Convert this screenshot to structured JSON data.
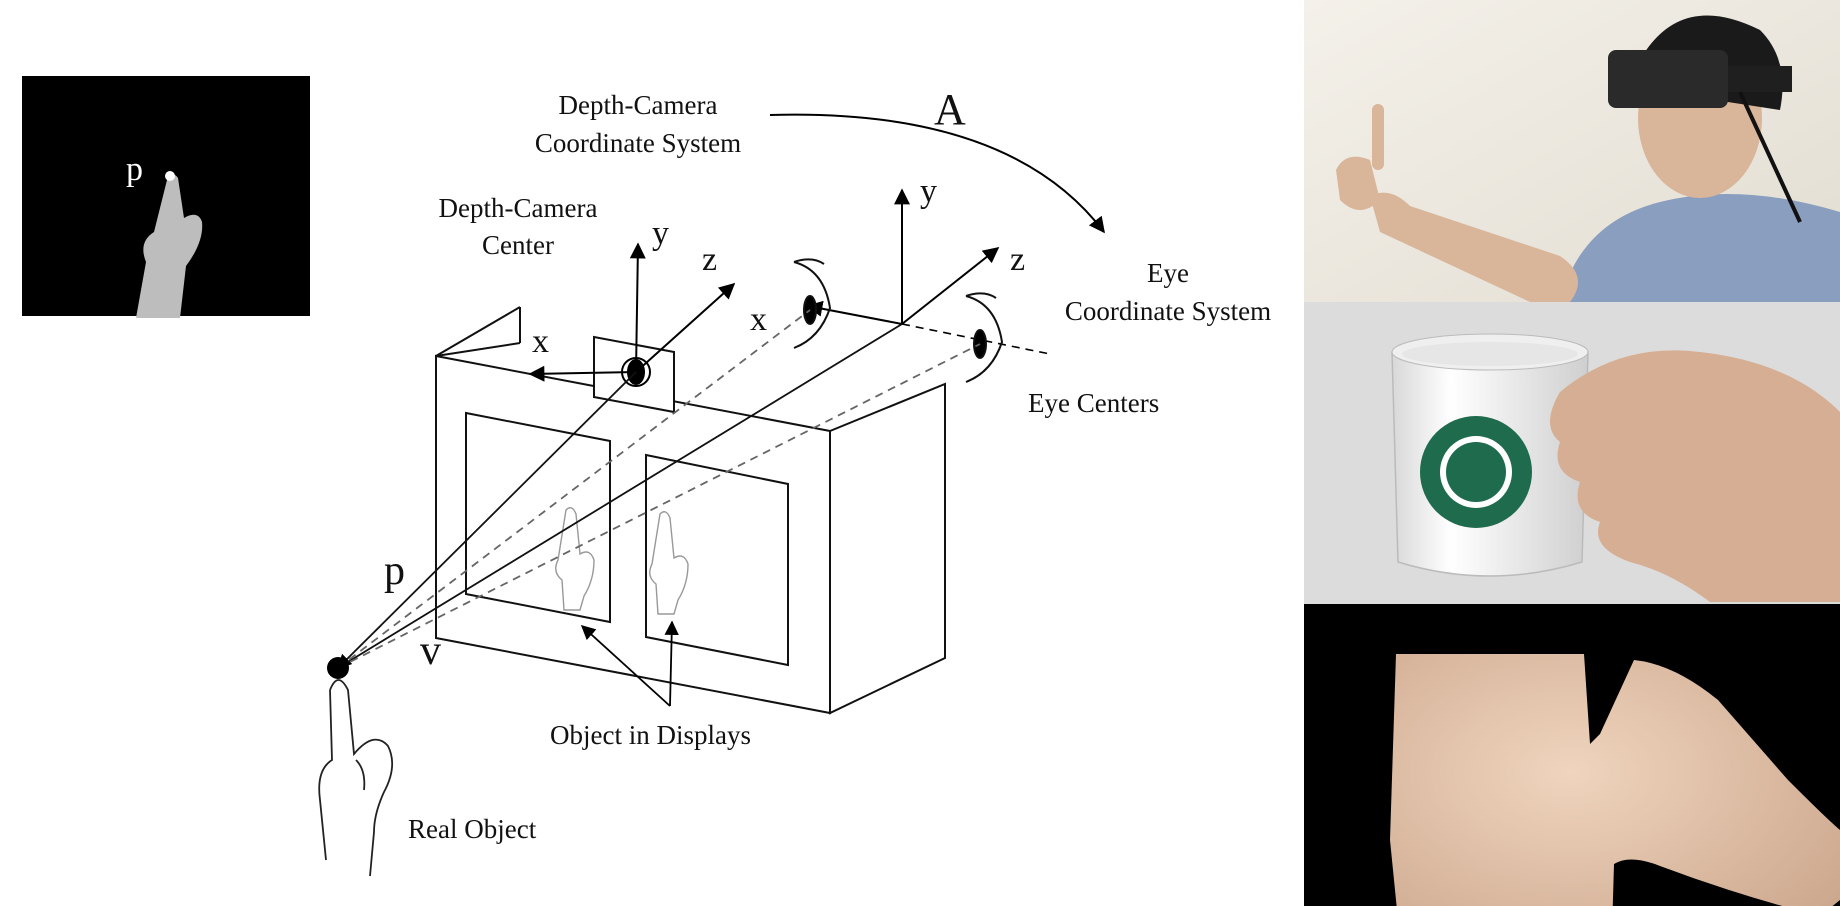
{
  "inset": {
    "point_label": "p"
  },
  "diagram": {
    "depth_camera_coordinate_system": [
      "Depth-Camera",
      "Coordinate System"
    ],
    "transform_label": "A",
    "depth_camera_center": [
      "Depth-Camera",
      "Center"
    ],
    "eye_coordinate_system": [
      "Eye",
      "Coordinate System"
    ],
    "eye_centers": "Eye Centers",
    "axis_x": "x",
    "axis_y": "y",
    "axis_z": "z",
    "vector_p": "p",
    "vector_v": "v",
    "object_in_displays": "Object in Displays",
    "real_object": "Real Object"
  },
  "photos": {
    "top": "user-wearing-headset-pointing",
    "middle": "hand-holding-mug",
    "bottom": "mug-and-hand-depth-render"
  },
  "colors": {
    "inset_bg": "#000000",
    "skin": "#d9b59a",
    "depth_skin": "#e3c1a8",
    "shirt": "#8a9fbf",
    "mug_logo": "#1e6b4d"
  }
}
